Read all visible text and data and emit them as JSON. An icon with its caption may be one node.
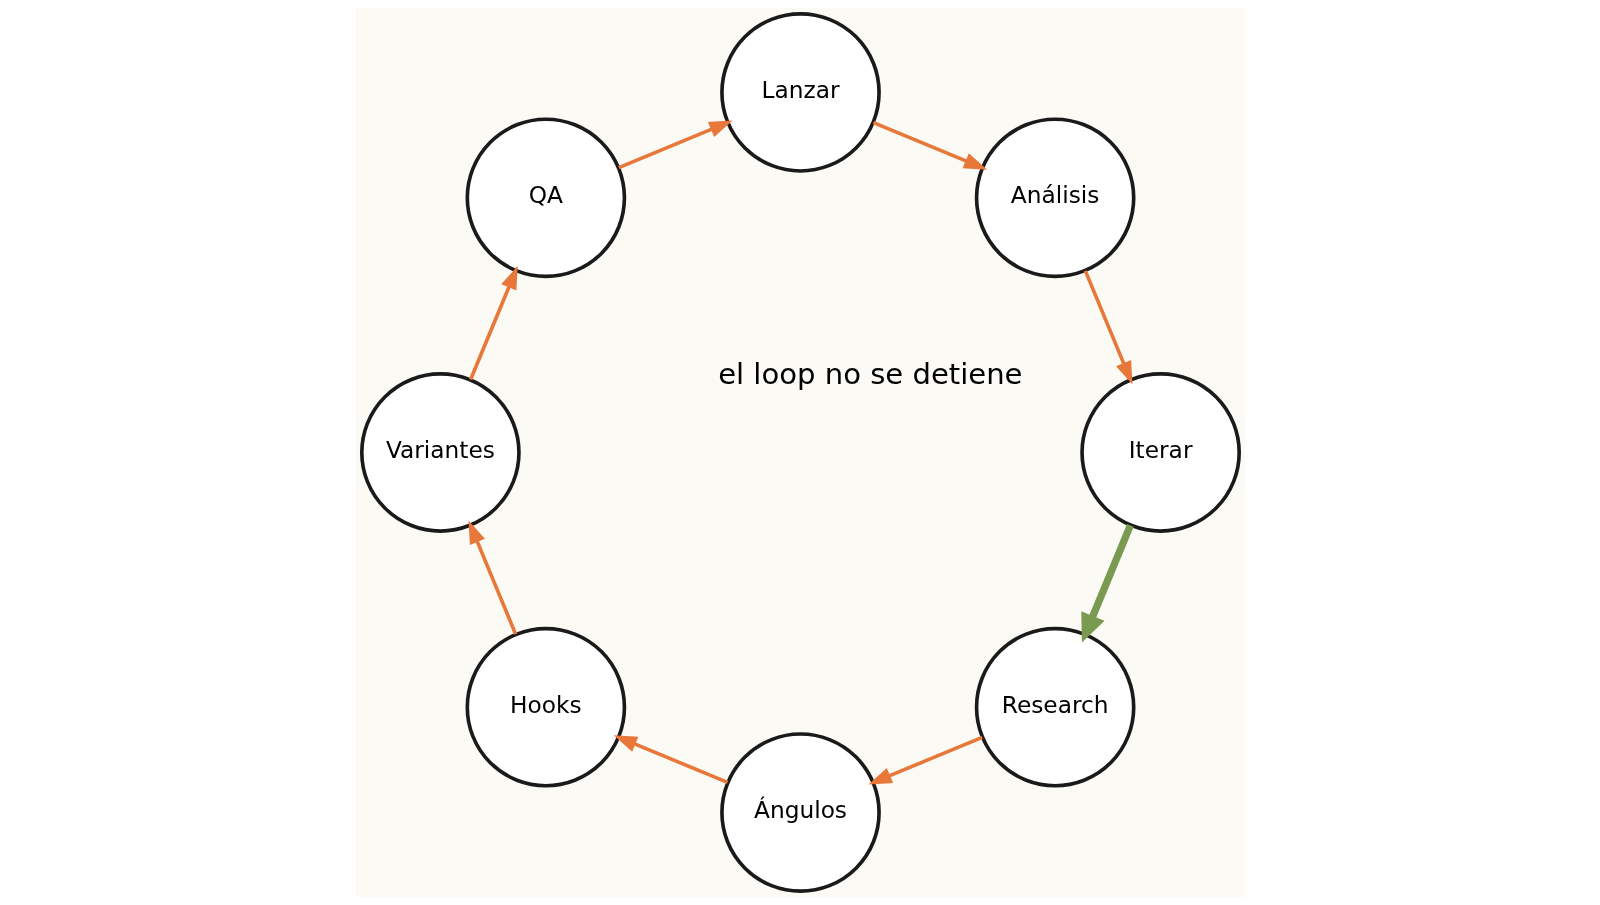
{
  "diagram": {
    "nodes": [
      {
        "text": [
          "Research"
        ]
      },
      {
        "text": [
          "Ángulos"
        ]
      },
      {
        "text": [
          "Hooks"
        ]
      },
      {
        "text": [
          "Variantes"
        ]
      },
      {
        "text": [
          "QA"
        ]
      },
      {
        "text": [
          "Lanzar"
        ]
      },
      {
        "text": [
          "Análisis"
        ]
      },
      {
        "text": [
          "Iterar"
        ]
      }
    ],
    "edges": [
      {
        "from": 0,
        "to": 1,
        "arrow": "to"
      },
      {
        "from": 1,
        "to": 2,
        "arrow": "to"
      },
      {
        "from": 2,
        "to": 3,
        "arrow": "to"
      },
      {
        "from": 3,
        "to": 4,
        "arrow": "to"
      },
      {
        "from": 4,
        "to": 5,
        "arrow": "to"
      },
      {
        "from": 5,
        "to": 6,
        "arrow": "to"
      },
      {
        "from": 6,
        "to": 7,
        "arrow": "to"
      },
      {
        "from": 7,
        "to": 0,
        "arrow": "to",
        "style": "thick",
        "color": "#7a9a52"
      }
    ],
    "labels": [
      "el loop no se detiene"
    ]
  }
}
